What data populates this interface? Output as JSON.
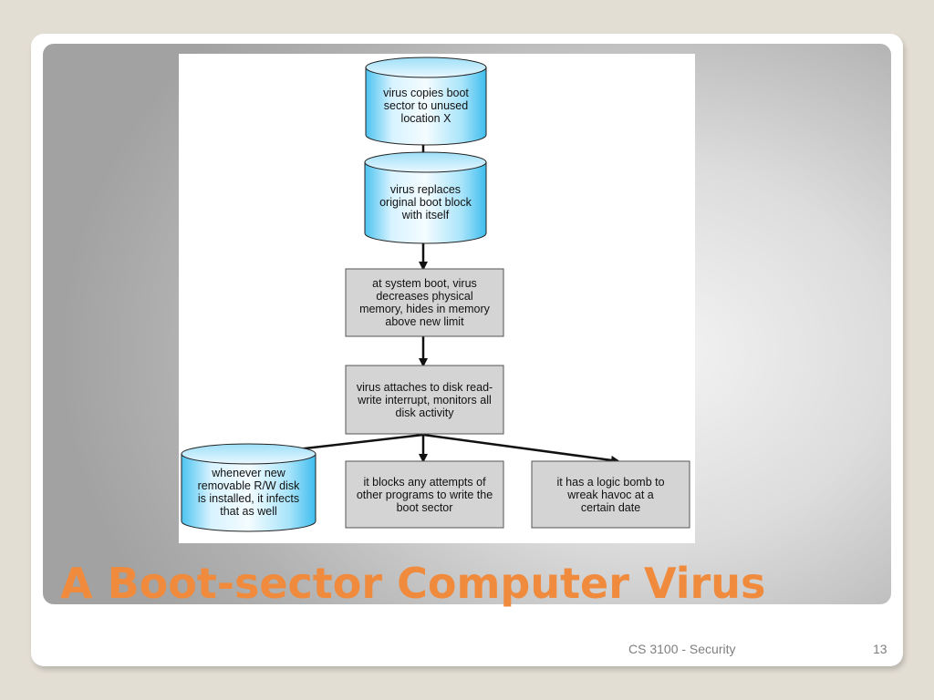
{
  "slide": {
    "title": "A Boot-sector Computer Virus",
    "footer_course": "CS 3100 - Security",
    "page_number": "13"
  },
  "colors": {
    "title": "#f08a3c",
    "box_fill": "#d4d4d4",
    "cylinder_top": "#e9f8ff",
    "cylinder_body": "#6fd0f5",
    "arrow": "#111111"
  },
  "diagram": {
    "nodes": [
      {
        "id": "copy",
        "shape": "cylinder",
        "text": "virus copies boot\nsector to unused\nlocation X"
      },
      {
        "id": "replace",
        "shape": "cylinder",
        "text": "virus replaces\noriginal boot block\nwith itself"
      },
      {
        "id": "boot",
        "shape": "box",
        "text": "at system boot, virus\ndecreases physical\nmemory, hides in memory\nabove new limit"
      },
      {
        "id": "attach",
        "shape": "box",
        "text": "virus attaches to disk read-\nwrite interrupt, monitors all\ndisk activity"
      },
      {
        "id": "infect",
        "shape": "cylinder",
        "text": "whenever new\nremovable R/W disk\nis installed, it infects\nthat as well"
      },
      {
        "id": "block",
        "shape": "box",
        "text": "it blocks any attempts of\nother programs to write the\nboot sector"
      },
      {
        "id": "bomb",
        "shape": "box",
        "text": "it has a logic bomb to\nwreak havoc at a\ncertain date"
      }
    ],
    "edges": [
      {
        "from": "copy",
        "to": "replace"
      },
      {
        "from": "replace",
        "to": "boot"
      },
      {
        "from": "boot",
        "to": "attach"
      },
      {
        "from": "attach",
        "to": "infect"
      },
      {
        "from": "attach",
        "to": "block"
      },
      {
        "from": "attach",
        "to": "bomb"
      }
    ]
  }
}
